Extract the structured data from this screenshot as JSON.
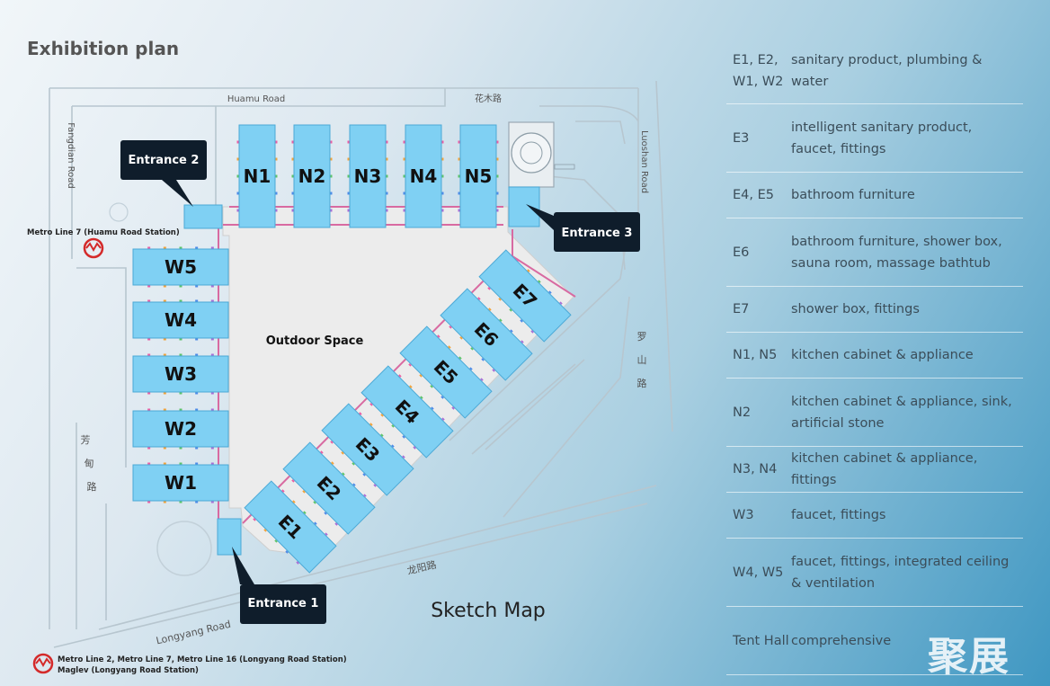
{
  "page": {
    "title": "Exhibition plan",
    "map_caption": "Sketch Map"
  },
  "map": {
    "roads": {
      "huamu_en": "Huamu Road",
      "huamu_cn": "花木路",
      "fangdian_en": "Fangdian Road",
      "fangdian_cn": [
        "芳",
        "甸",
        "路"
      ],
      "luoshan_en": "Luoshan Road",
      "luoshan_cn": [
        "罗",
        "山",
        "路"
      ],
      "longyang_en": "Longyang Road",
      "longyang_cn": "龙阳路"
    },
    "outdoor_space": "Outdoor Space",
    "entrances": [
      "Entrance 1",
      "Entrance 2",
      "Entrance 3"
    ],
    "halls": {
      "north": [
        "N1",
        "N2",
        "N3",
        "N4",
        "N5"
      ],
      "west": [
        "W5",
        "W4",
        "W3",
        "W2",
        "W1"
      ],
      "east": [
        "E1",
        "E2",
        "E3",
        "E4",
        "E5",
        "E6",
        "E7"
      ]
    },
    "metro_top": "Metro Line 7 (Huamu Road Station)",
    "metro_bottom_line1": "Metro Line 2, Metro Line 7, Metro Line 16 (Longyang Road Station)",
    "metro_bottom_line2": "Maglev (Longyang Road Station)",
    "colors": {
      "hall": "#7fd0f3",
      "hall_stroke": "#4ba9d6",
      "entrance_label_bg": "#0f1d2b",
      "metro": "#d42a2a"
    }
  },
  "legend": [
    {
      "halls": "E1, E2, W1, W2",
      "category": "sanitary product, plumbing & water"
    },
    {
      "halls": "E3",
      "category": "intelligent sanitary product, faucet, fittings"
    },
    {
      "halls": "E4, E5",
      "category": "bathroom furniture"
    },
    {
      "halls": "E6",
      "category": "bathroom furniture, shower box, sauna room, massage bathtub"
    },
    {
      "halls": "E7",
      "category": "shower box, fittings"
    },
    {
      "halls": "N1, N5",
      "category": "kitchen cabinet & appliance"
    },
    {
      "halls": "N2",
      "category": "kitchen cabinet & appliance, sink, artificial stone"
    },
    {
      "halls": "N3, N4",
      "category": "kitchen cabinet & appliance, fittings"
    },
    {
      "halls": "W3",
      "category": "faucet, fittings"
    },
    {
      "halls": "W4, W5",
      "category": "faucet, fittings, integrated ceiling & ventilation"
    },
    {
      "halls": "Tent Hall",
      "category": "comprehensive"
    }
  ],
  "watermark": "聚展"
}
